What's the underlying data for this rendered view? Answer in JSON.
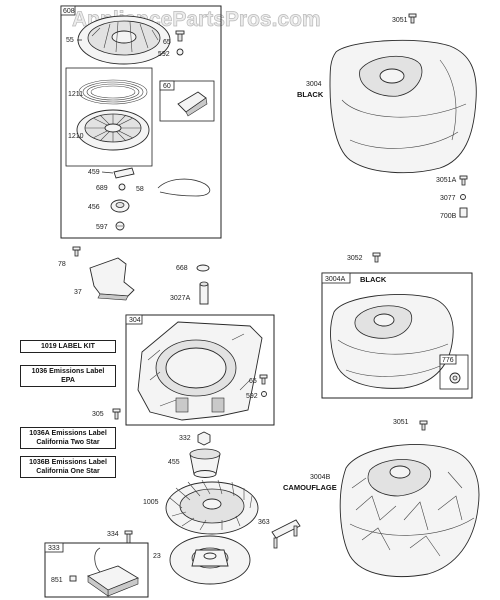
{
  "watermark": "AppliancePartsPros.com",
  "callouts": {
    "c608": "608",
    "c55": "55",
    "c65a": "65",
    "c592a": "592",
    "c1211": "1211",
    "c60": "60",
    "c1210": "1210",
    "c459": "459",
    "c689": "689",
    "c58": "58",
    "c456": "456",
    "c597": "597",
    "c3051a": "3051",
    "c3004": "3004",
    "c3051A": "3051A",
    "c3077": "3077",
    "c700B": "700B",
    "c78": "78",
    "c37": "37",
    "c668": "668",
    "c3027A": "3027A",
    "c3052": "3052",
    "c304": "304",
    "c3004A": "3004A",
    "c776": "776",
    "c65b": "65",
    "c592b": "592",
    "c305": "305",
    "c332": "332",
    "c455": "455",
    "c3051b": "3051",
    "c3004B": "3004B",
    "c1005": "1005",
    "c334": "334",
    "c363": "363",
    "c333": "333",
    "c23": "23",
    "c851": "851"
  },
  "labels": {
    "black1": "BLACK",
    "black2": "BLACK",
    "camouflage": "CAMOUFLAGE"
  },
  "notes": {
    "n1019": "1019 LABEL KIT",
    "n1036_1": "1036 Emissions Label",
    "n1036_2": "EPA",
    "n1036A_1": "1036A Emissions Label",
    "n1036A_2": "California Two Star",
    "n1036B_1": "1036B Emissions Label",
    "n1036B_2": "California One Star"
  }
}
